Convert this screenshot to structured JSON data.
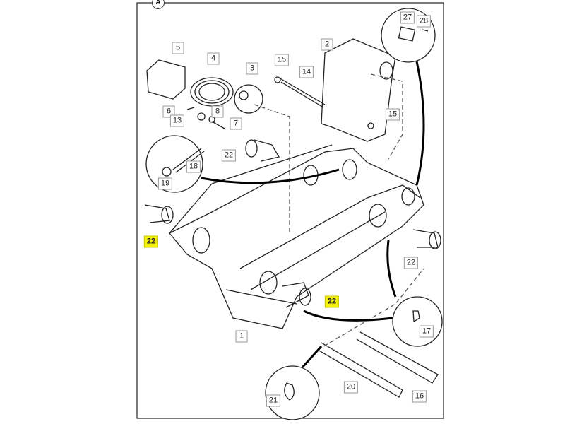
{
  "section_marker": "A",
  "labels": {
    "l5": "5",
    "l4": "4",
    "l3": "3",
    "l15a": "15",
    "l14": "14",
    "l2": "2",
    "l27": "27",
    "l28": "28",
    "l6": "6",
    "l13": "13",
    "l8": "8",
    "l7": "7",
    "l15b": "15",
    "l22a": "22",
    "l18": "18",
    "l19": "19",
    "l22b": "22",
    "l22c": "22",
    "l22d": "22",
    "l1": "1",
    "l17": "17",
    "l20": "20",
    "l16": "16",
    "l21": "21"
  },
  "highlight_color": "#f4f20a"
}
